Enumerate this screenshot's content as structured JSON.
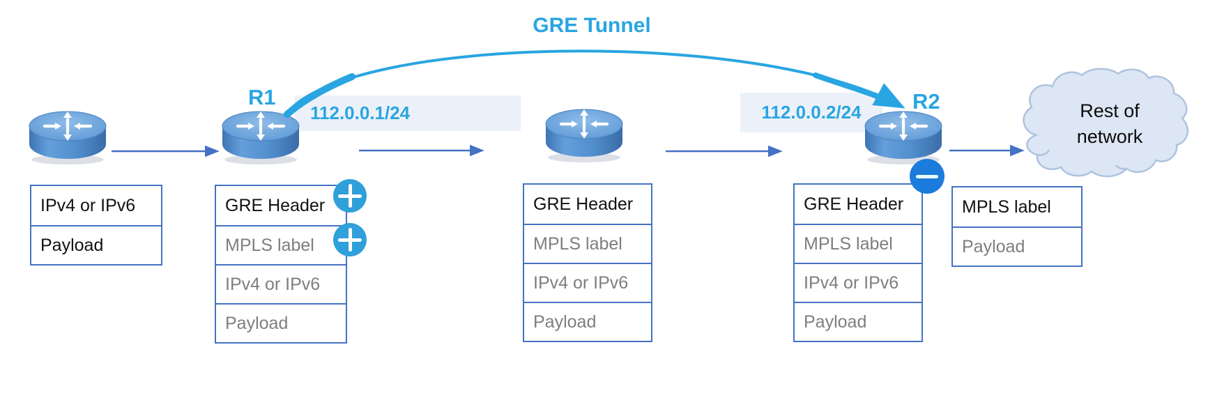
{
  "title": "GRE Tunnel",
  "nodes": {
    "r1_label": "R1",
    "r2_label": "R2",
    "ip1": "112.0.0.1/24",
    "ip2": "112.0.0.2/24",
    "cloud_line1": "Rest of",
    "cloud_line2": "network"
  },
  "stacks": {
    "source": {
      "rows": [
        {
          "text": "IPv4 or IPv6",
          "muted": false
        },
        {
          "text": "Payload",
          "muted": false
        }
      ]
    },
    "r1_encap": {
      "rows": [
        {
          "text": "GRE Header",
          "muted": false,
          "badge": "add"
        },
        {
          "text": "MPLS label",
          "muted": true,
          "badge": "add"
        },
        {
          "text": "IPv4 or IPv6",
          "muted": true
        },
        {
          "text": "Payload",
          "muted": true
        }
      ]
    },
    "transit": {
      "rows": [
        {
          "text": "GRE Header",
          "muted": false
        },
        {
          "text": "MPLS label",
          "muted": true
        },
        {
          "text": "IPv4 or IPv6",
          "muted": true
        },
        {
          "text": "Payload",
          "muted": true
        }
      ]
    },
    "r2_decap": {
      "rows": [
        {
          "text": "GRE Header",
          "muted": false,
          "badge": "remove"
        },
        {
          "text": "MPLS label",
          "muted": true
        },
        {
          "text": "IPv4 or IPv6",
          "muted": true
        },
        {
          "text": "Payload",
          "muted": true
        }
      ]
    },
    "egress": {
      "rows": [
        {
          "text": "MPLS label",
          "muted": false
        },
        {
          "text": "Payload",
          "muted": true
        }
      ]
    }
  },
  "badges": {
    "add_gre": "+",
    "add_mpls": "+",
    "remove_gre": "−"
  },
  "colors": {
    "tunnel_cyan": "#29A5E1",
    "arrow_blue": "#4472C4",
    "box_border": "#4472C4",
    "muted_text": "#7E7E7E",
    "plus_badge": "#2FA0D9",
    "minus_badge": "#1C7CDB",
    "ip_label_bg": "#ECF1F9",
    "cloud_fill": "#DCE6F4",
    "cloud_border": "#AEC3DF"
  }
}
